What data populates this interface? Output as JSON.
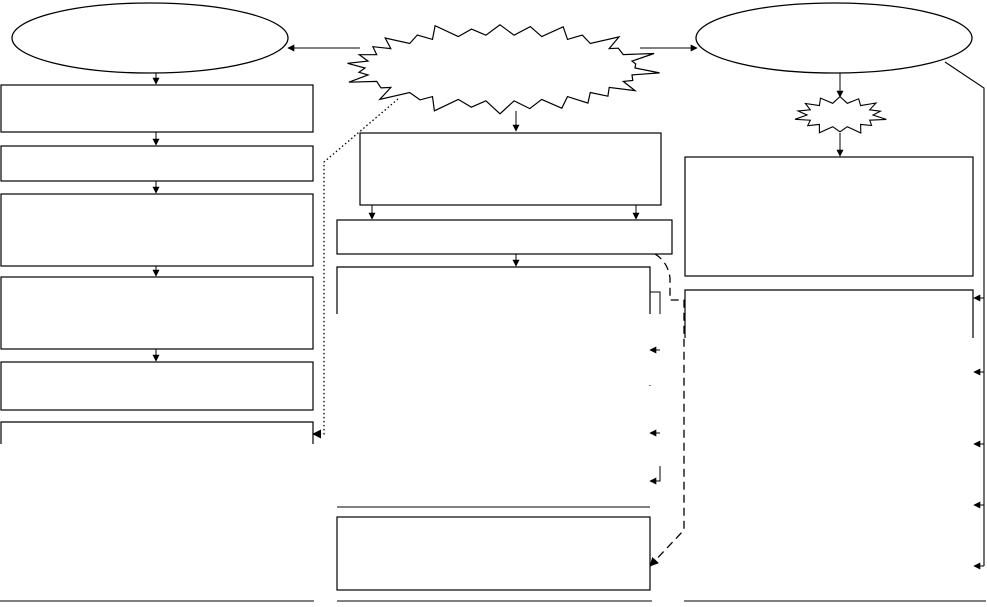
{
  "diagram": {
    "title": "",
    "stroke_color": "#000000",
    "background_color": "#ffffff",
    "nodes": {
      "left_oval": "",
      "center_starburst": "",
      "right_oval": "",
      "right_small_starburst": "",
      "left_box_1": "",
      "left_box_2": "",
      "left_box_3": "",
      "left_box_4": "",
      "left_box_5": "",
      "left_open_panel": "",
      "center_box_1": "",
      "center_box_2": "",
      "center_open_panel": "",
      "center_bottom_box": "",
      "right_box_1": "",
      "right_open_panel": ""
    },
    "connectors": [
      "solid",
      "dotted",
      "dashed"
    ]
  }
}
